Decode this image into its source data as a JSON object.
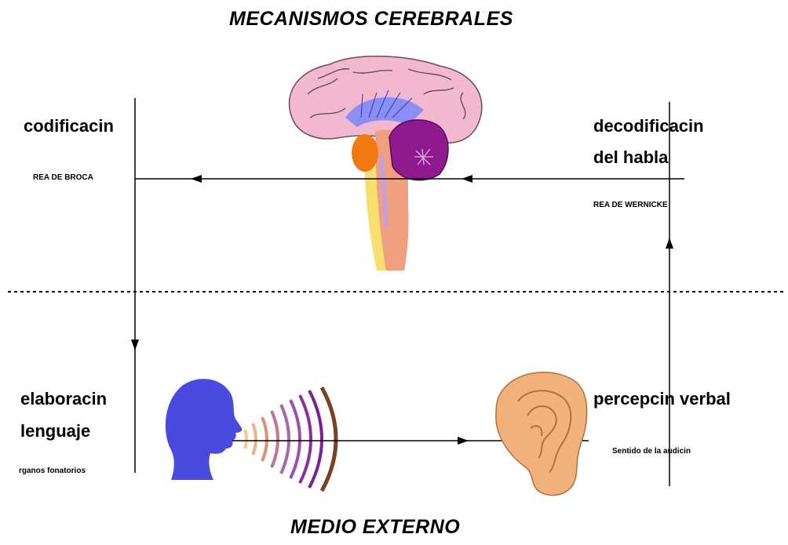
{
  "title": "MECANISMOS CEREBRALES",
  "footer": "MEDIO EXTERNO",
  "left_top": {
    "heading": "codificacin",
    "area": "REA DE BROCA"
  },
  "right_top": {
    "heading_line1": "decodificacin",
    "heading_line2": "del habla",
    "area": "REA DE WERNICKE"
  },
  "left_bottom": {
    "heading_line1": "elaboracin",
    "heading_line2": "lenguaje",
    "sub": "rganos fonatorios"
  },
  "right_bottom": {
    "heading": "percepcin verbal",
    "sub": "Sentido de la audicin"
  },
  "colors": {
    "brain": "#f2b8cf",
    "cerebellum": "#8e1a8e",
    "head": "#4a4ae0",
    "ear": "#f2b07a",
    "brainstem": "#f0a080"
  }
}
